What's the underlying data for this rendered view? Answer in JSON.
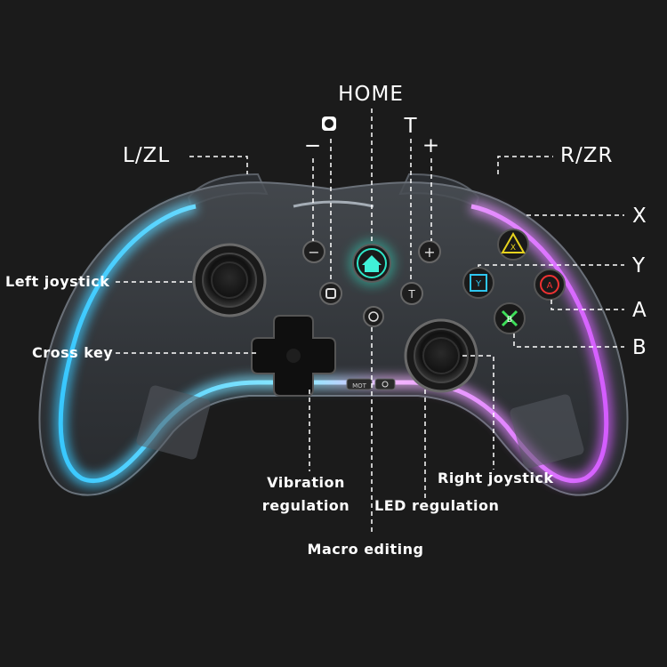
{
  "labels": {
    "home": "HOME",
    "lzl": "L/ZL",
    "rzr": "R/ZR",
    "minus": "−",
    "plus": "+",
    "t": "T",
    "x": "X",
    "y": "Y",
    "a": "A",
    "b": "B",
    "left_joystick": "Left joystick",
    "cross_key": "Cross key",
    "vibration_line1": "Vibration",
    "vibration_line2": "regulation",
    "led_regulation": "LED regulation",
    "right_joystick": "Right joystick",
    "macro_editing": "Macro editing"
  },
  "controller": {
    "btn_minus": "−",
    "btn_plus": "+",
    "btn_t": "T",
    "btn_x": "X",
    "btn_y": "Y",
    "btn_a": "A",
    "btn_b": "B",
    "mot_label": "MOT"
  },
  "colors": {
    "background": "#1b1b1b",
    "glow_left": "#38c8ff",
    "glow_right": "#d45cff",
    "home_glow": "#2ee6c8",
    "x_color": "#e6d21e",
    "y_color": "#2ec6f0",
    "a_color": "#f03232",
    "b_color": "#3ee05a"
  }
}
